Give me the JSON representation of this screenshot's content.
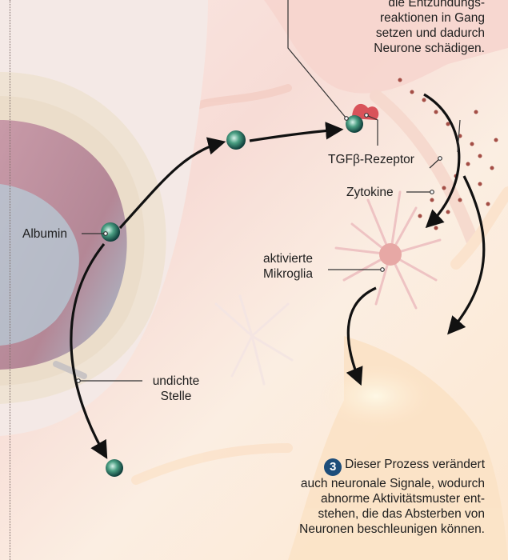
{
  "labels": {
    "top_note": [
      "die Entzündungs-",
      "reaktionen in Gang",
      "setzen und dadurch",
      "Neurone schädigen."
    ],
    "tgfb": "TGFβ-Rezeptor",
    "zytokine": "Zytokine",
    "albumin": "Albumin",
    "mikroglia": [
      "aktivierte",
      "Mikroglia"
    ],
    "undicht": [
      "undichte",
      "Stelle"
    ],
    "step_number": "3",
    "step_text": [
      "Dieser Prozess verändert",
      "auch neuronale Signale, wodurch",
      "abnorme Aktivitätsmuster ent-",
      "stehen, die das Absterben von",
      "Neuronen beschleunigen können."
    ]
  },
  "colors": {
    "badge": "#1d4d7a",
    "arrow": "#111111",
    "sphere": "#3f8f6f"
  }
}
